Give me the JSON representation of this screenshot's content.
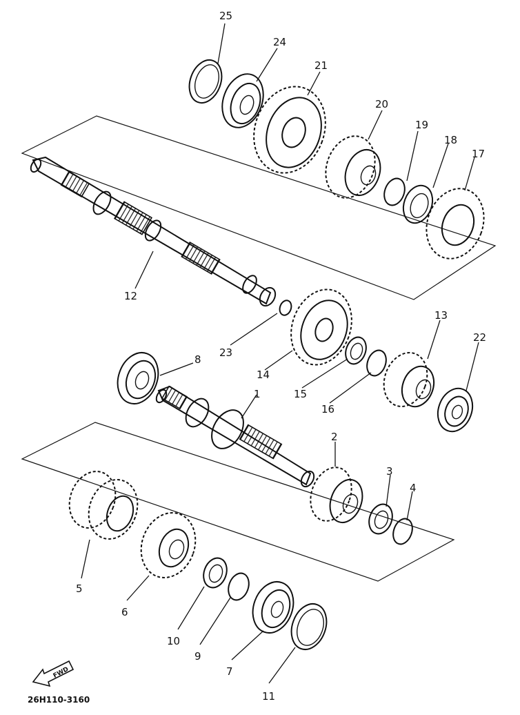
{
  "diagram": {
    "part_number": "26H110-3160",
    "fwd_label": "FWD",
    "callouts": [
      "1",
      "2",
      "3",
      "4",
      "5",
      "6",
      "7",
      "8",
      "9",
      "10",
      "11",
      "12",
      "13",
      "14",
      "15",
      "16",
      "17",
      "18",
      "19",
      "20",
      "21",
      "22",
      "23",
      "24",
      "25"
    ]
  },
  "colors": {
    "ink": "#111111",
    "paper": "#ffffff"
  },
  "icons": {
    "fwd": "forward-arrow-icon"
  }
}
